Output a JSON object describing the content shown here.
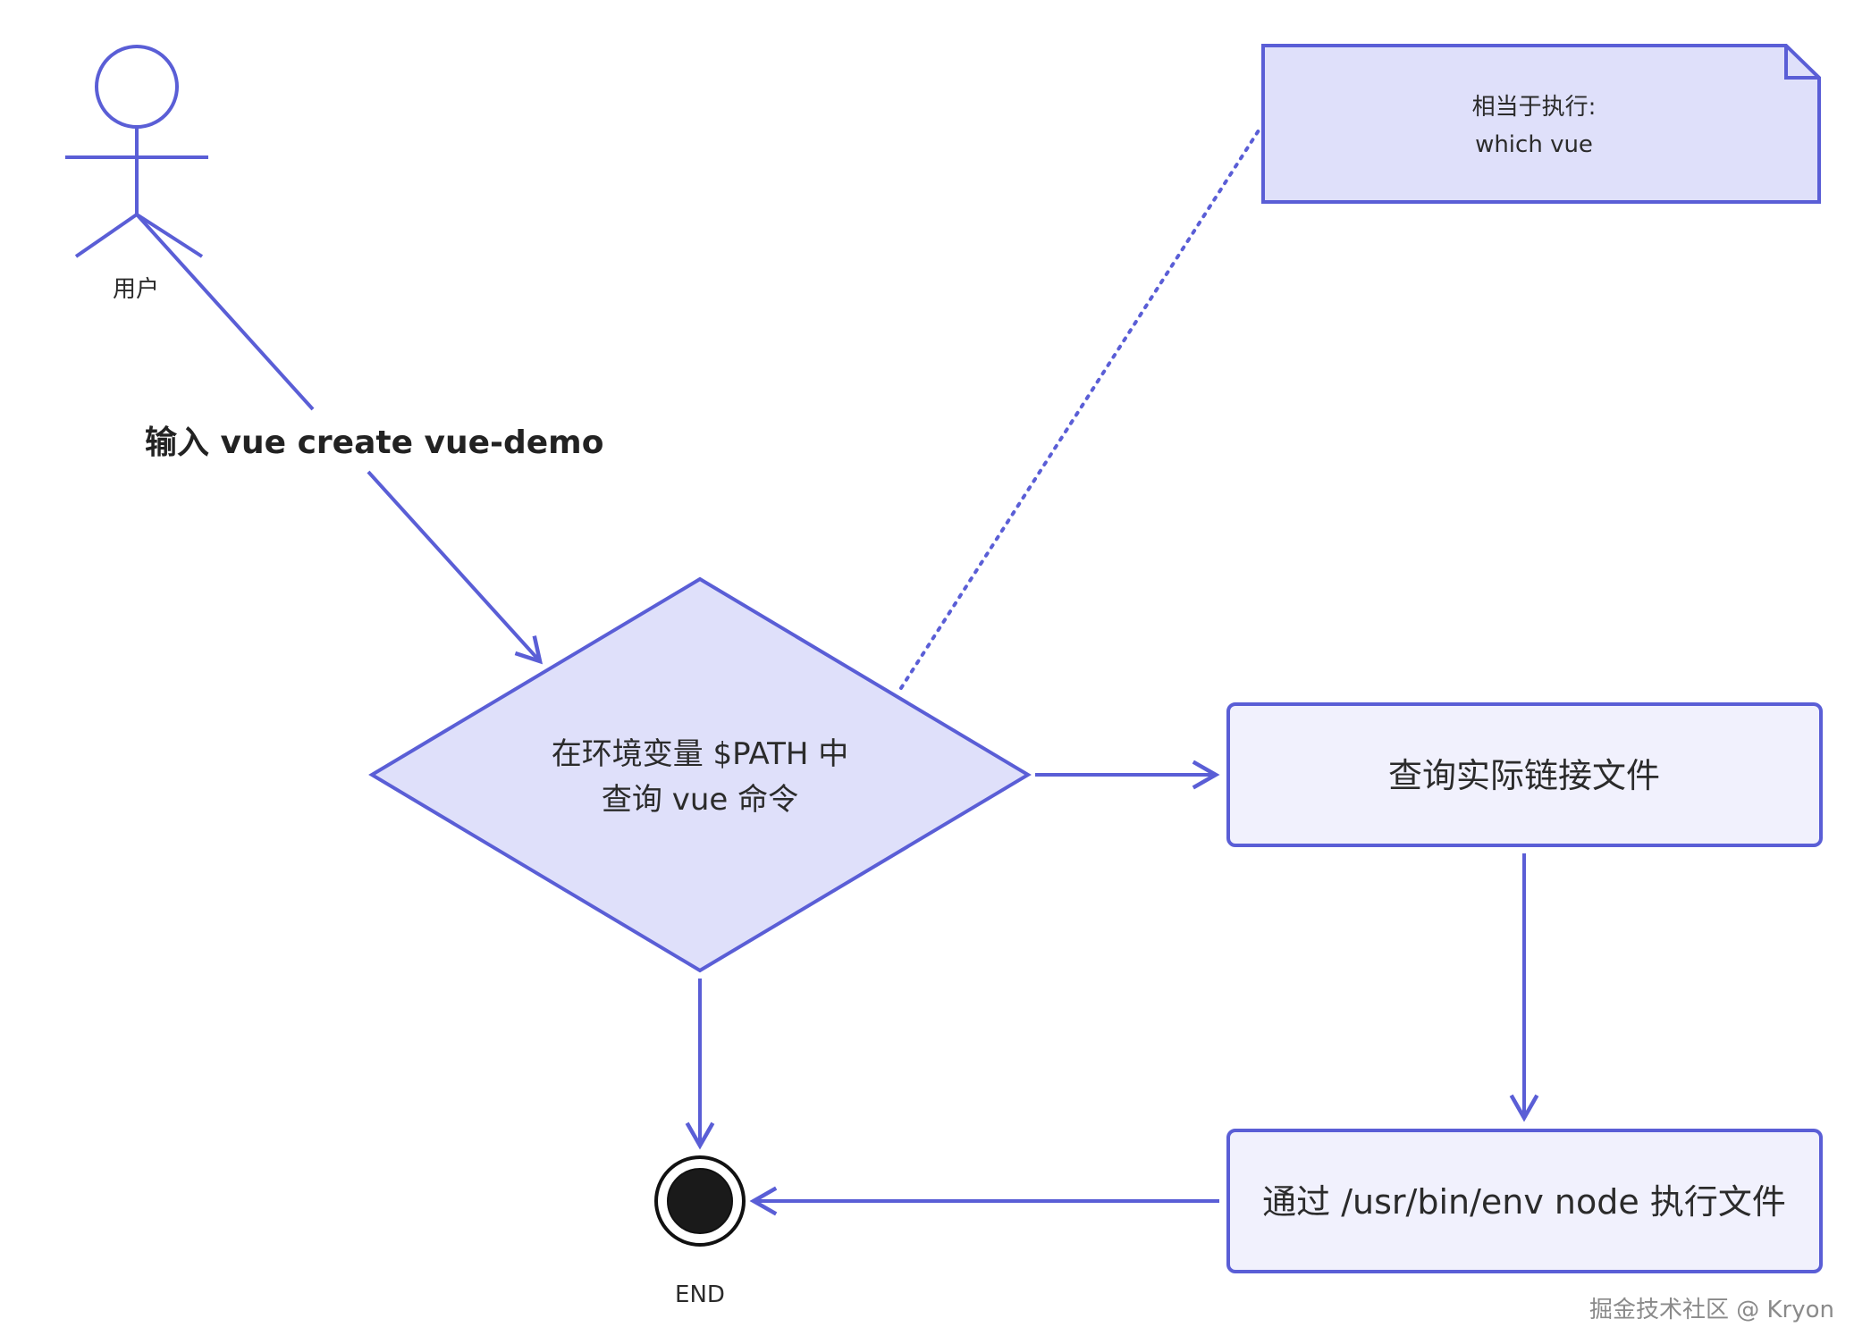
{
  "actor": {
    "label": "用户"
  },
  "edge_input": {
    "label": "输入 vue create vue-demo"
  },
  "note": {
    "line1": "相当于执行:",
    "line2": "which vue"
  },
  "decision": {
    "line1": "在环境变量 $PATH 中",
    "line2": "查询 vue 命令"
  },
  "box_lookup": {
    "label": "查询实际链接文件"
  },
  "box_exec": {
    "label": "通过 /usr/bin/env node 执行文件"
  },
  "end_node": {
    "label": "END"
  },
  "watermark": "掘金技术社区 @ Kryon",
  "colors": {
    "stroke": "#5a5ed6",
    "node_fill": "#dfe0fa",
    "box_fill": "#f1f1fd",
    "end_fill": "#1a1a1a"
  }
}
